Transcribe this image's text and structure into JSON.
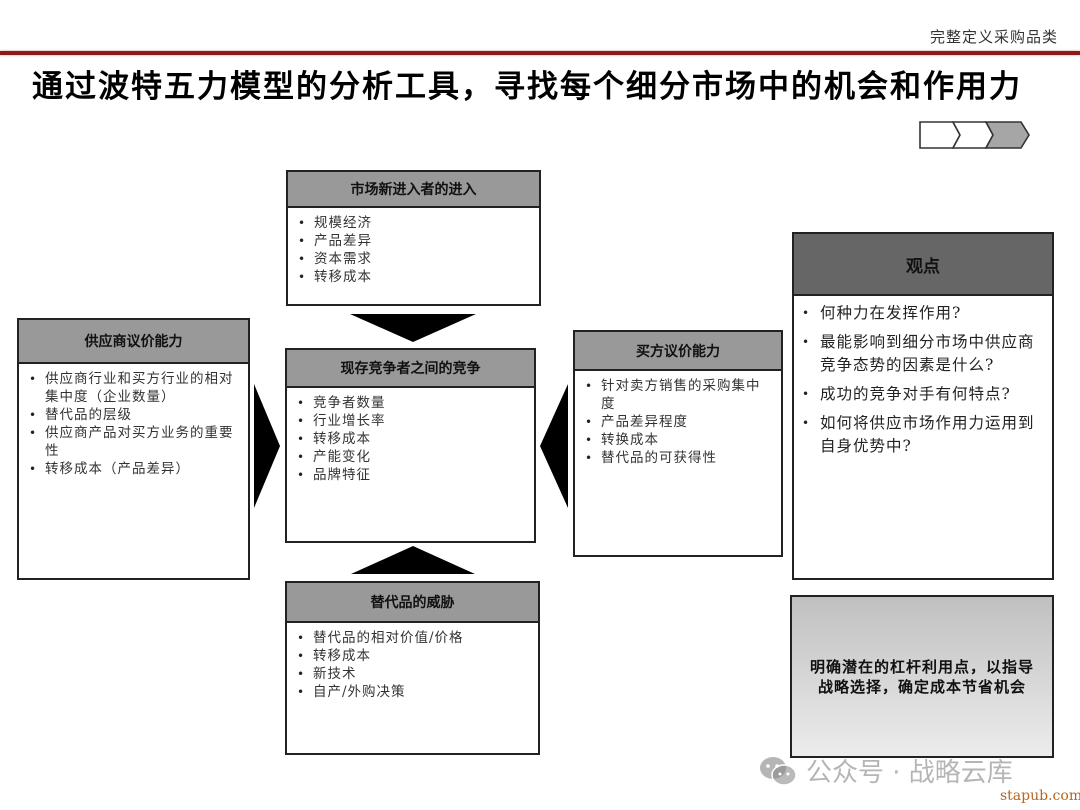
{
  "header": {
    "section_label": "完整定义采购品类",
    "title": "通过波特五力模型的分析工具，寻找每个细分市场中的机会和作用力",
    "progress_chevrons": {
      "total": 3,
      "active_index": 2,
      "active_color": "#a6a6a6"
    },
    "rule_color": "#8b1a1a"
  },
  "forces": {
    "new_entrants": {
      "title": "市场新进入者的进入",
      "items": [
        "规模经济",
        "产品差异",
        "资本需求",
        "转移成本"
      ]
    },
    "supplier_power": {
      "title": "供应商议价能力",
      "items": [
        "供应商行业和买方行业的相对集中度（企业数量）",
        "替代品的层级",
        "供应商产品对买方业务的重要性",
        "转移成本（产品差异）"
      ]
    },
    "rivalry": {
      "title": "现存竞争者之间的竞争",
      "items": [
        "竞争者数量",
        "行业增长率",
        "转移成本",
        "产能变化",
        "品牌特征"
      ]
    },
    "buyer_power": {
      "title": "买方议价能力",
      "items": [
        "针对卖方销售的采购集中度",
        "产品差异程度",
        "转换成本",
        "替代品的可获得性"
      ]
    },
    "substitutes": {
      "title": "替代品的威胁",
      "items": [
        "替代品的相对价值/价格",
        "转移成本",
        "新技术",
        "自产/外购决策"
      ]
    }
  },
  "viewpoint": {
    "title": "观点",
    "items": [
      "何种力在发挥作用?",
      "最能影响到细分市场中供应商竞争态势的因素是什么?",
      "成功的竞争对手有何特点?",
      "如何将供应市场作用力运用到自身优势中?"
    ]
  },
  "conclusion": {
    "text": "明确潜在的杠杆利用点，以指导战略选择，确定成本节省机会"
  },
  "watermark": {
    "icon": "wechat-icon",
    "text": "公众号 · 战略云库"
  },
  "footer": {
    "site": "stapub.com"
  },
  "colors": {
    "header_fill": "#999999",
    "view_header_fill": "#666666",
    "arrow": "#000000"
  }
}
